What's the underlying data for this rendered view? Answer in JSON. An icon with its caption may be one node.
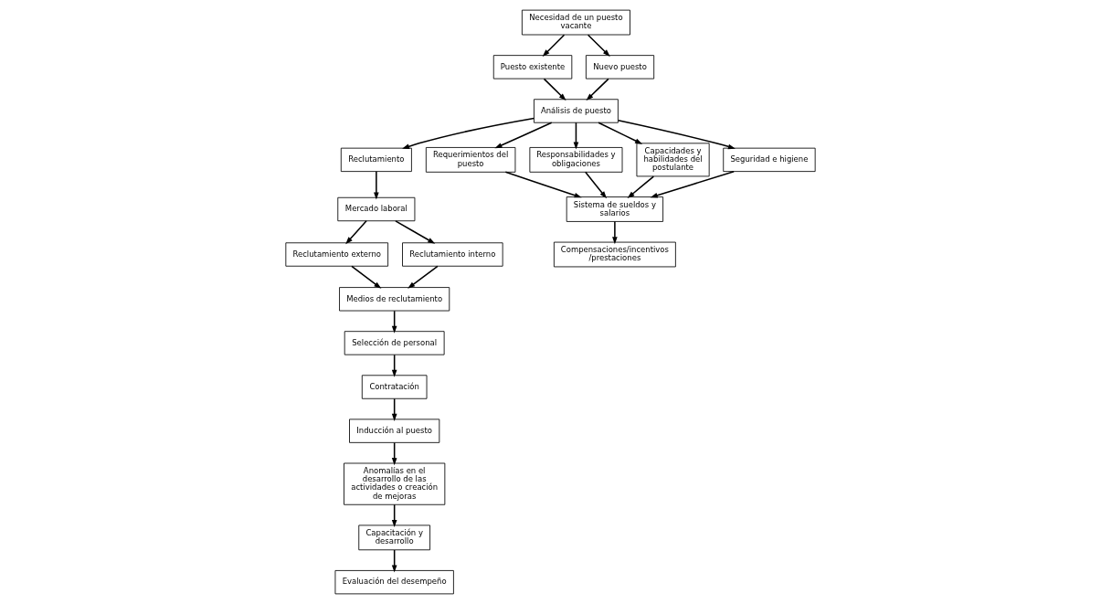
{
  "diagram": {
    "nodes": [
      {
        "text": [
          "Necesidad de un puesto vacante"
        ]
      },
      {
        "text": [
          "Puesto existente"
        ]
      },
      {
        "text": [
          "Nuevo puesto"
        ]
      },
      {
        "text": [
          "Análisis de puesto"
        ]
      },
      {
        "text": [
          "Reclutamiento"
        ]
      },
      {
        "text": [
          "Mercado laboral"
        ]
      },
      {
        "text": [
          "Reclutamiento externo"
        ]
      },
      {
        "text": [
          "Reclutamiento interno"
        ]
      },
      {
        "text": [
          "Medios de reclutamiento"
        ]
      },
      {
        "text": [
          "Requerimientos del puesto"
        ]
      },
      {
        "text": [
          "Responsabilidades y obligaciones"
        ]
      },
      {
        "text": [
          "Capacidades y habilidades del postulante"
        ]
      },
      {
        "text": [
          "Seguridad e higiene"
        ]
      },
      {
        "text": [
          "Sistema de sueldos y salarios"
        ]
      },
      {
        "text": [
          "Compensaciones/incentivos /prestaciones"
        ]
      },
      {
        "text": [
          "Selección de personal"
        ]
      },
      {
        "text": [
          "Contratación"
        ]
      },
      {
        "text": [
          "Inducción al puesto"
        ]
      },
      {
        "text": [
          "Anomalías en el desarrollo de las actividades o creación de mejoras"
        ]
      },
      {
        "text": [
          "Capacitación y desarrollo"
        ]
      },
      {
        "text": [
          "Evaluación del desempeño"
        ]
      }
    ],
    "edges": [
      {
        "from": 0,
        "to": 1,
        "arrow": "to"
      },
      {
        "from": 0,
        "to": 2,
        "arrow": "to"
      },
      {
        "from": 1,
        "to": 3,
        "arrow": "to"
      },
      {
        "from": 2,
        "to": 3,
        "arrow": "to"
      },
      {
        "from": 3,
        "to": 4,
        "arrow": "to"
      },
      {
        "from": 4,
        "to": 5,
        "arrow": "to"
      },
      {
        "from": 5,
        "to": 6,
        "arrow": "to"
      },
      {
        "from": 5,
        "to": 7,
        "arrow": "to"
      },
      {
        "from": 6,
        "to": 8,
        "arrow": "to"
      },
      {
        "from": 7,
        "to": 8,
        "arrow": "to"
      },
      {
        "from": 3,
        "to": 9,
        "arrow": "to"
      },
      {
        "from": 3,
        "to": 10,
        "arrow": "to"
      },
      {
        "from": 3,
        "to": 11,
        "arrow": "to"
      },
      {
        "from": 3,
        "to": 12,
        "arrow": "to"
      },
      {
        "from": 9,
        "to": 13,
        "arrow": "to"
      },
      {
        "from": 10,
        "to": 13,
        "arrow": "to"
      },
      {
        "from": 11,
        "to": 13,
        "arrow": "to"
      },
      {
        "from": 12,
        "to": 13,
        "arrow": "to"
      },
      {
        "from": 13,
        "to": 14,
        "arrow": "to"
      },
      {
        "from": 8,
        "to": 15,
        "arrow": "to"
      },
      {
        "from": 15,
        "to": 16,
        "arrow": "to"
      },
      {
        "from": 16,
        "to": 17,
        "arrow": "to"
      },
      {
        "from": 17,
        "to": 18,
        "arrow": "to"
      },
      {
        "from": 18,
        "to": 19,
        "arrow": "to"
      },
      {
        "from": 19,
        "to": 20,
        "arrow": "to"
      }
    ]
  }
}
